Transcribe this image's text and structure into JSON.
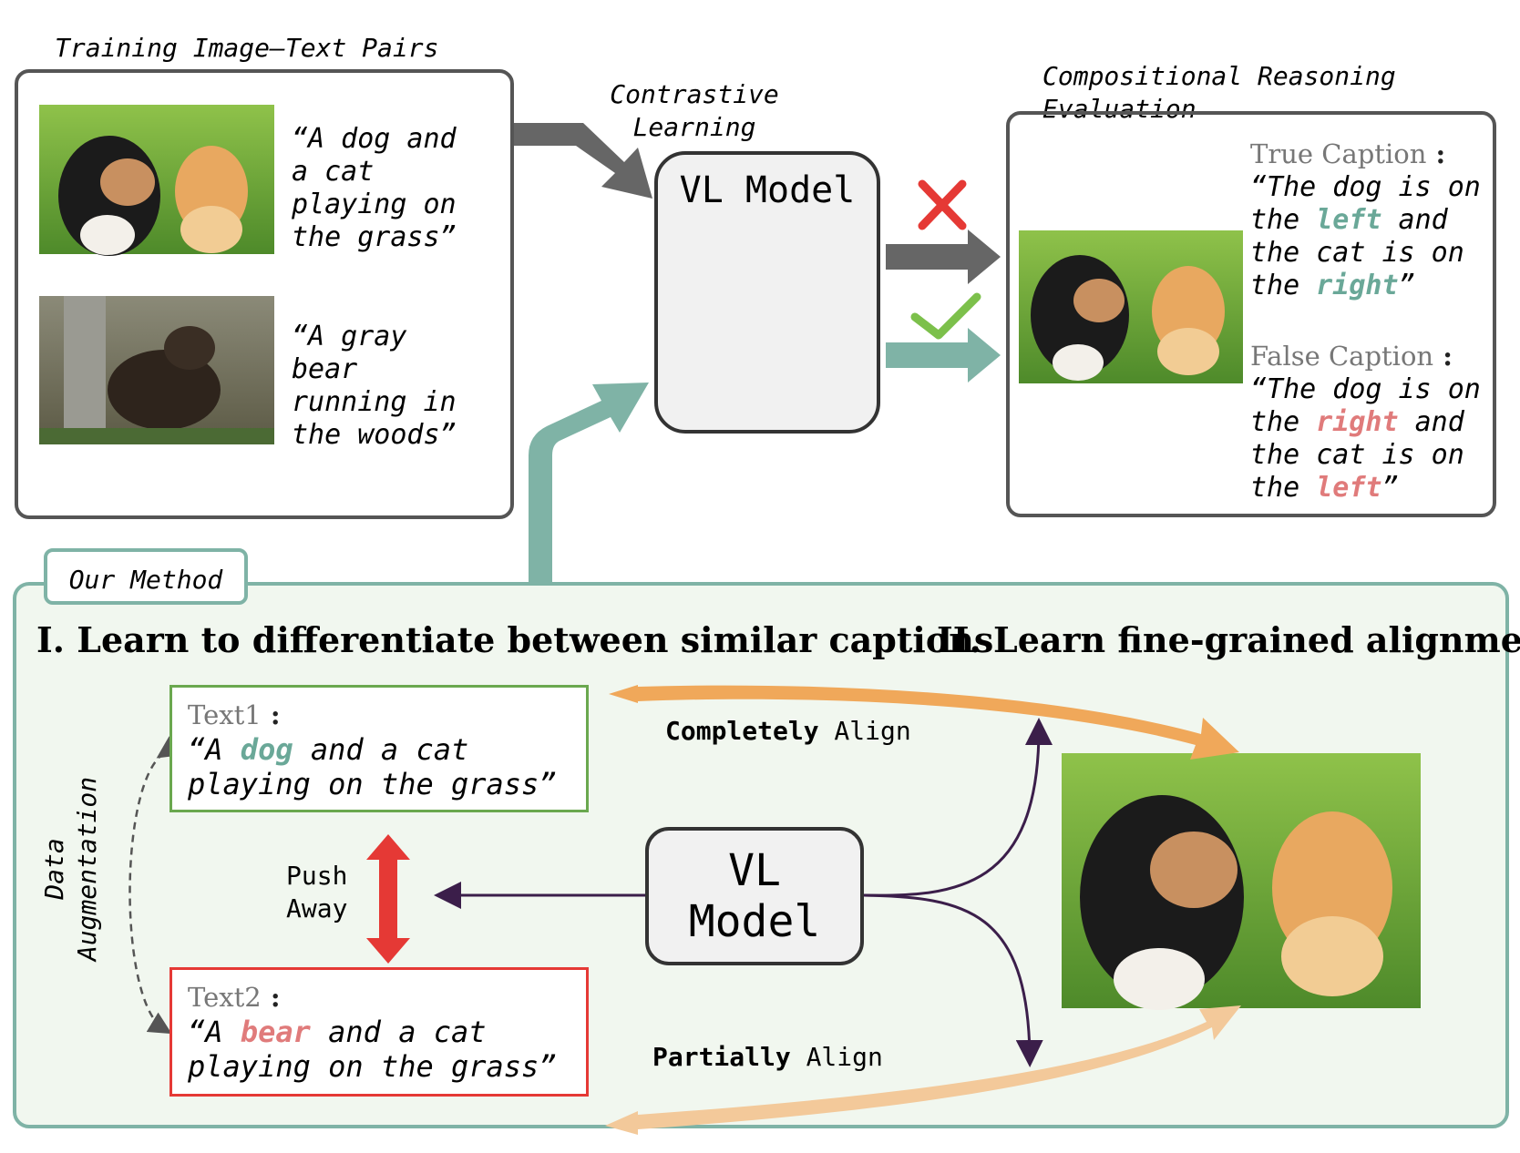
{
  "training": {
    "title": "Training Image–Text Pairs",
    "caption1": "“A dog and a cat playing on the grass”",
    "caption2": "“A gray bear running in the woods”"
  },
  "contrastive": {
    "line1": "Contrastive",
    "line2": "Learning"
  },
  "vl_model_top": "VL Model",
  "evaluation": {
    "title_line1": "Compositional Reasoning",
    "title_line2": "Evaluation",
    "true_label": "True Caption",
    "true_parts": [
      "“The dog is on the ",
      "left",
      " and the cat is on the ",
      "right",
      "”"
    ],
    "false_label": "False Caption",
    "false_parts": [
      "“The dog is on the ",
      "right",
      " and the cat is on the ",
      "left",
      "”"
    ]
  },
  "method": {
    "tab": "Our Method",
    "heading1": "I. Learn to differentiate between similar captions",
    "heading2": "II. Learn fine-grained alignment",
    "text1_label": "Text1",
    "text1_parts": [
      "“A ",
      "dog",
      " and a cat",
      "playing on the grass”"
    ],
    "text2_label": "Text2",
    "text2_parts": [
      "“A ",
      "bear",
      " and a cat",
      "playing on the grass”"
    ],
    "data_aug_line1": "Data",
    "data_aug_line2": "Augmentation",
    "push_line1": "Push",
    "push_line2": "Away",
    "vl_line1": "VL",
    "vl_line2": "Model",
    "completely_bold": "Completely",
    "completely_rest": " Align",
    "partially_bold": "Partially",
    "partially_rest": " Align"
  },
  "colors": {
    "teal": "#7fb3a6",
    "orange": "#f0a85a",
    "light_orange": "#f3c99a",
    "red": "#e53935",
    "green_check": "#7cc04b",
    "purple_line": "#3b1e4a",
    "method_bg": "#f1f7ef"
  },
  "icons": [
    "cross-icon",
    "check-icon",
    "neural-network-icon"
  ]
}
